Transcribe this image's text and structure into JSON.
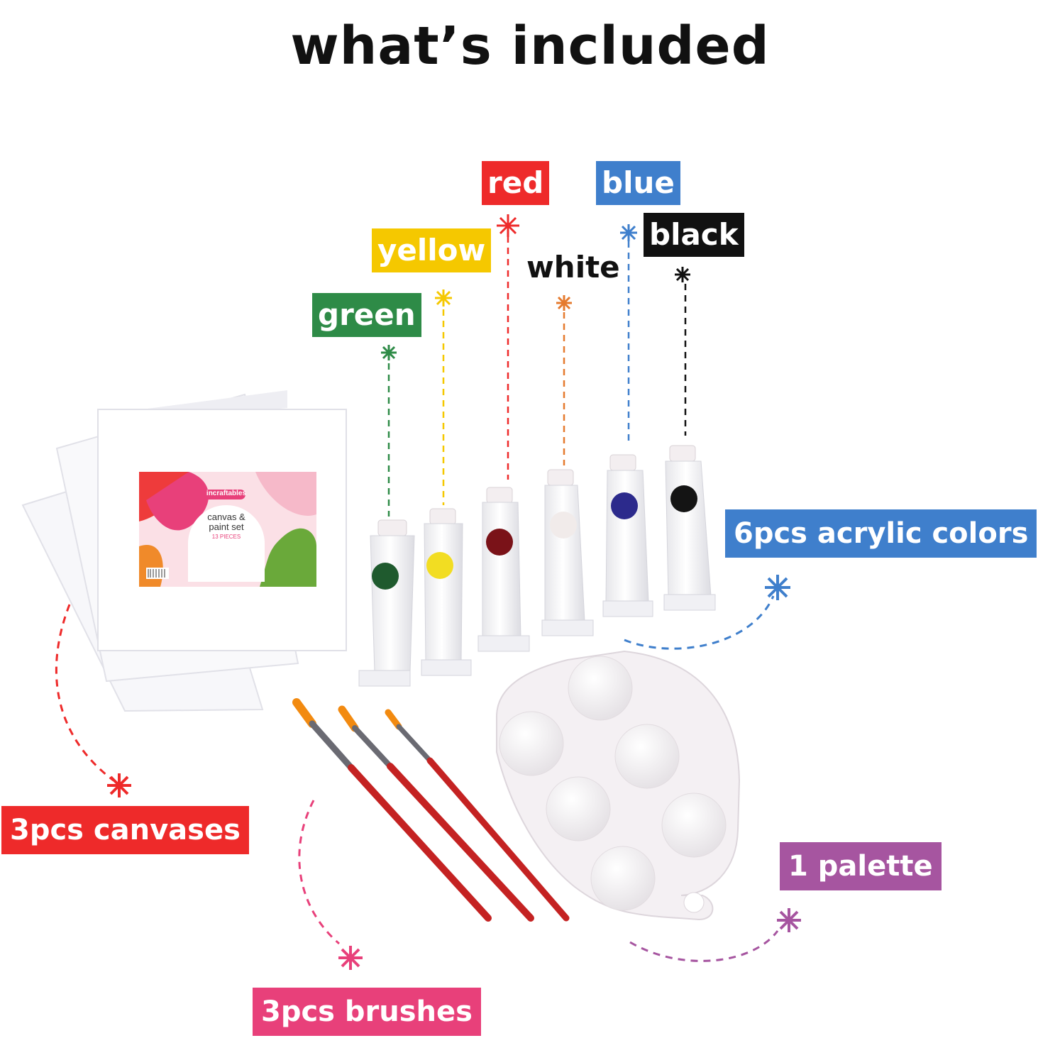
{
  "title": "what’s included",
  "colors": {
    "green": {
      "label": "green",
      "hex": "#2e8b47"
    },
    "yellow": {
      "label": "yellow",
      "hex": "#f5c800"
    },
    "red": {
      "label": "red",
      "hex": "#ee2a2a"
    },
    "white": {
      "label": "white",
      "hex": "#e57a2e"
    },
    "blue": {
      "label": "blue",
      "hex": "#3f7fcc"
    },
    "black": {
      "label": "black",
      "hex": "#111111"
    }
  },
  "items": {
    "canvases": {
      "label": "3pcs canvases",
      "hex": "#ee2a2a"
    },
    "brushes": {
      "label": "3pcs brushes",
      "hex": "#e8407a"
    },
    "palette": {
      "label": "1 palette",
      "hex": "#a655a0"
    },
    "acrylics": {
      "label": "6pcs acrylic colors",
      "hex": "#3f7fcc"
    }
  },
  "product_label": {
    "brand": "incraftables",
    "line1": "canvas &",
    "line2": "paint set",
    "pieces": "13 PIECES"
  }
}
